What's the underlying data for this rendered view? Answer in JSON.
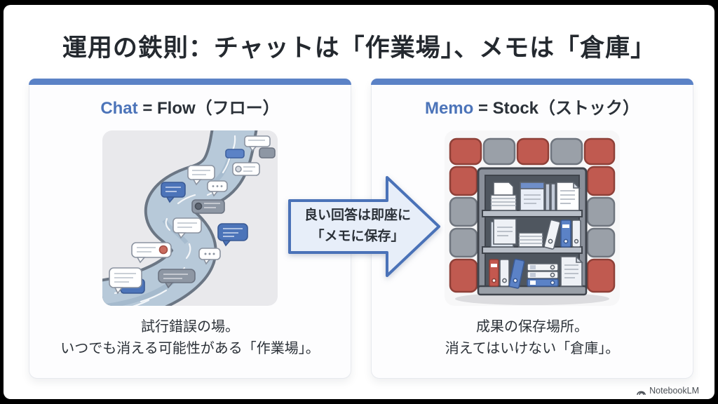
{
  "slide": {
    "title": "運用の鉄則：チャットは「作業場」、メモは「倉庫」",
    "cards": [
      {
        "title_prefix": "Chat",
        "title_rest": " = Flow（フロー）",
        "illustration": "river-of-chat-bubbles",
        "caption_line1": "試行錯誤の場。",
        "caption_line2": "いつでも消える可能性がある「作業場」。"
      },
      {
        "title_prefix": "Memo",
        "title_rest": " = Stock（ストック）",
        "illustration": "brick-warehouse-bookshelf",
        "caption_line1": "成果の保存場所。",
        "caption_line2": "消えてはいけない「倉庫」。"
      }
    ],
    "arrow": {
      "line1": "良い回答は即座に",
      "line2": "「メモに保存」"
    },
    "footer": {
      "brand": "NotebookLM",
      "icon": "notebooklm-logo"
    }
  },
  "colors": {
    "accent_blue": "#4c74b9",
    "card_top_bar": "#5b82c6",
    "arrow_fill": "#e7eef9",
    "arrow_border": "#4a72b8",
    "text_dark": "#2b3138",
    "river_blue": "#b7c9d9",
    "brick_red": "#c05a50",
    "brick_gray": "#9aa0a8"
  }
}
